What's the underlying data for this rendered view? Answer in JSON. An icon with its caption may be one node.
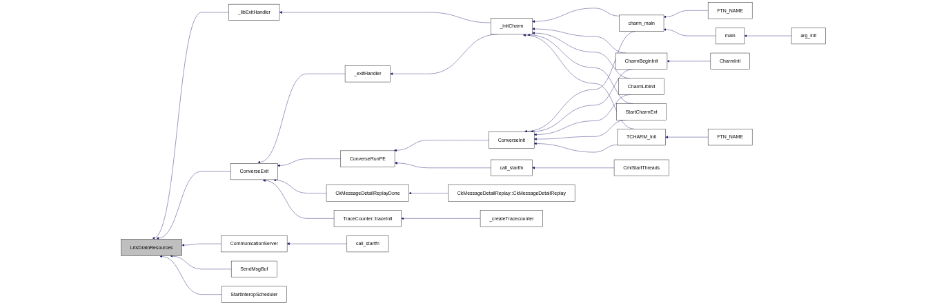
{
  "diagram": {
    "nodes": [
      {
        "text": [
          "LrtsDrainResources"
        ]
      },
      {
        "text": [
          "_libExitHandler"
        ]
      },
      {
        "text": [
          "ConverseExit"
        ]
      },
      {
        "text": [
          "CommunicationServer"
        ]
      },
      {
        "text": [
          "SendMsgBuf"
        ]
      },
      {
        "text": [
          "StartInteropScheduler"
        ]
      },
      {
        "text": [
          "_exitHandler"
        ]
      },
      {
        "text": [
          "ConverseRunPE"
        ]
      },
      {
        "text": [
          "CkMessageDetailReplayDone"
        ]
      },
      {
        "text": [
          "TraceCounter::traceInit"
        ]
      },
      {
        "text": [
          "call_startfn"
        ]
      },
      {
        "text": [
          "_initCharm"
        ]
      },
      {
        "text": [
          "ConverseInit"
        ]
      },
      {
        "text": [
          "call_startfn"
        ]
      },
      {
        "text": [
          "CkMessageDetailReplay::CkMessageDetailReplay"
        ]
      },
      {
        "text": [
          "_createTracecounter"
        ]
      },
      {
        "text": [
          "charm_main"
        ]
      },
      {
        "text": [
          "CharmBeginInit"
        ]
      },
      {
        "text": [
          "CharmLibInit"
        ]
      },
      {
        "text": [
          "StartCharmExt"
        ]
      },
      {
        "text": [
          "TCHARM_Init"
        ]
      },
      {
        "text": [
          "CmiStartThreads"
        ]
      },
      {
        "text": [
          "FTN_NAME"
        ]
      },
      {
        "text": [
          "main"
        ]
      },
      {
        "text": [
          "CharmInit"
        ]
      },
      {
        "text": [
          "FTN_NAME"
        ]
      },
      {
        "text": [
          "arg_init"
        ]
      }
    ],
    "edges": [
      {
        "from": 1,
        "to": 0,
        "arrow": "to"
      },
      {
        "from": 2,
        "to": 0,
        "arrow": "to"
      },
      {
        "from": 3,
        "to": 0,
        "arrow": "to"
      },
      {
        "from": 4,
        "to": 0,
        "arrow": "to"
      },
      {
        "from": 5,
        "to": 0,
        "arrow": "to"
      },
      {
        "from": 6,
        "to": 2,
        "arrow": "to"
      },
      {
        "from": 7,
        "to": 2,
        "arrow": "to"
      },
      {
        "from": 8,
        "to": 2,
        "arrow": "to"
      },
      {
        "from": 9,
        "to": 2,
        "arrow": "to"
      },
      {
        "from": 10,
        "to": 3,
        "arrow": "to"
      },
      {
        "from": 11,
        "to": 1,
        "arrow": "to"
      },
      {
        "from": 11,
        "to": 6,
        "arrow": "to"
      },
      {
        "from": 12,
        "to": 7,
        "arrow": "to"
      },
      {
        "from": 13,
        "to": 7,
        "arrow": "to"
      },
      {
        "from": 14,
        "to": 8,
        "arrow": "to"
      },
      {
        "from": 15,
        "to": 9,
        "arrow": "to"
      },
      {
        "from": 16,
        "to": 11,
        "arrow": "to"
      },
      {
        "from": 17,
        "to": 11,
        "arrow": "to"
      },
      {
        "from": 18,
        "to": 11,
        "arrow": "to"
      },
      {
        "from": 19,
        "to": 11,
        "arrow": "to"
      },
      {
        "from": 20,
        "to": 11,
        "arrow": "to"
      },
      {
        "from": 16,
        "to": 12,
        "arrow": "to"
      },
      {
        "from": 17,
        "to": 12,
        "arrow": "to"
      },
      {
        "from": 18,
        "to": 12,
        "arrow": "to"
      },
      {
        "from": 19,
        "to": 12,
        "arrow": "to"
      },
      {
        "from": 20,
        "to": 12,
        "arrow": "to"
      },
      {
        "from": 21,
        "to": 13,
        "arrow": "to"
      },
      {
        "from": 22,
        "to": 16,
        "arrow": "to"
      },
      {
        "from": 23,
        "to": 16,
        "arrow": "to"
      },
      {
        "from": 24,
        "to": 17,
        "arrow": "to"
      },
      {
        "from": 25,
        "to": 20,
        "arrow": "to"
      },
      {
        "from": 26,
        "to": 23,
        "arrow": "to"
      }
    ]
  }
}
